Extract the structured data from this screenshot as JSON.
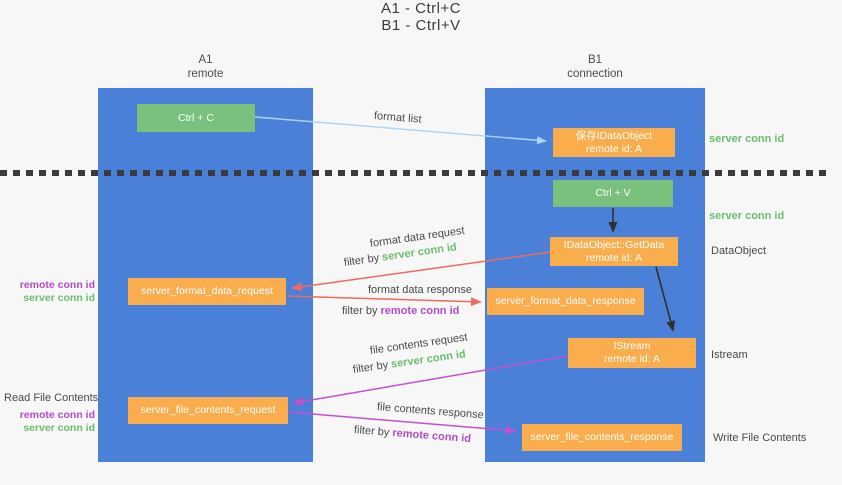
{
  "title": {
    "line1": "A1 - Ctrl+C",
    "line2": "B1 - Ctrl+V"
  },
  "lanes": {
    "a1": {
      "name": "A1",
      "role": "remote"
    },
    "b1": {
      "name": "B1",
      "role": "connection"
    }
  },
  "nodes": {
    "ctrl_c": {
      "label": "Ctrl + C"
    },
    "ctrl_v": {
      "label": "Ctrl + V"
    },
    "save_dataobject": {
      "line1": "保存IDataObject",
      "line2": "remote id: A"
    },
    "getdata": {
      "line1": "IDataObject::GetData",
      "line2": "remote id: A"
    },
    "istream": {
      "line1": "IStream",
      "line2": "remote id: A"
    },
    "server_format_data_request": {
      "label": "server_format_data_request"
    },
    "server_format_data_response": {
      "label": "server_format_data_response"
    },
    "server_file_contents_request": {
      "label": "server_file_contents_request"
    },
    "server_file_contents_response": {
      "label": "server_file_contents_response"
    }
  },
  "edge_labels": {
    "format_list": "format list",
    "format_data_request": "format data request",
    "format_data_response": "format data response",
    "file_contents_request": "file contents request",
    "file_contents_response": "file contents response",
    "filter_by": "filter by ",
    "server_conn_id": "server conn id",
    "remote_conn_id": "remote conn id"
  },
  "side_labels": {
    "server_conn_id_top": "server conn id",
    "server_conn_id_mid": "server conn id",
    "dataobject": "DataObject",
    "istream": "Istream",
    "read_file_contents": "Read File Contents",
    "write_file_contents": "Write File Contents",
    "remote_conn_id": "remote conn id",
    "server_conn_id": "server conn id"
  },
  "colors": {
    "lane_blue": "#4a80d8",
    "action_green": "#79c17c",
    "message_orange": "#f9ad4d",
    "server_conn_green": "#6abf6d",
    "remote_conn_purple": "#b44bcb",
    "request_arrow_red": "#ee6a5f",
    "response_arrow_purple": "#c351cd",
    "format_list_arrow_blue": "#a9d6f5",
    "black_arrow": "#2f2f2f"
  }
}
